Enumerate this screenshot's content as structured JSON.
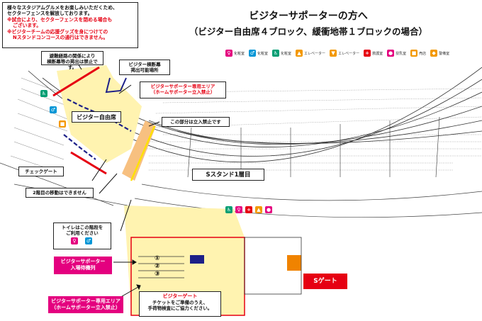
{
  "header": {
    "title_line1": "ビジターサポーターの方へ",
    "title_line2": "（ビジター自由席４ブロック、緩衝地帯１ブロックの場合）"
  },
  "notice": {
    "line1": "様々なスタジアムグルメをお楽しみいただくため、",
    "line2": "セクターフェンスを解放しております。",
    "red_line1": "※試合により、セクターフェンスを閉める場合も",
    "red_line2": "ございます。",
    "red_line3": "※ビジターチームの応援グッズを身につけての",
    "red_line4": "Nスタンドコンコースの通行はできません。"
  },
  "legend": [
    {
      "label": "化粧室",
      "icon": "toilet-icon",
      "color": "#e4007f",
      "glyph": "♀"
    },
    {
      "label": "化粧室",
      "icon": "toilet-icon",
      "color": "#0096d6",
      "glyph": "♂"
    },
    {
      "label": "化粧室",
      "icon": "accessible-toilet-icon",
      "color": "#009e73",
      "glyph": "♿"
    },
    {
      "label": "エレベーター",
      "icon": "elevator-icon",
      "color": "#f39800",
      "glyph": "▲"
    },
    {
      "label": "エレベーター",
      "icon": "elevator-icon",
      "color": "#f39800",
      "glyph": "▼"
    },
    {
      "label": "救護室",
      "icon": "first-aid-icon",
      "color": "#e60012",
      "glyph": "+"
    },
    {
      "label": "授乳室",
      "icon": "nursing-icon",
      "color": "#e4007f",
      "glyph": "●"
    },
    {
      "label": "売店",
      "icon": "shop-icon",
      "color": "#f39800",
      "glyph": "■"
    },
    {
      "label": "警備室",
      "icon": "security-icon",
      "color": "#f39800",
      "glyph": "◆"
    }
  ],
  "labels": {
    "banner_notice": "横断幕等の掲出は禁止です。",
    "banner_notice_pre": "避難経路の関係により",
    "visitor_banner": "ビジター横断幕",
    "visitor_banner2": "掲出可能場所",
    "exclusive_area": "ビジターサポーター専用エリア",
    "exclusive_area_sub": "（ホームサポーター立入禁止）",
    "visitor_free_seat": "ビジター自由席",
    "no_entry": "この部分は立入禁止です",
    "check_gate": "チェックゲート",
    "no_second_floor": "2階目の移動はできません",
    "s_stand": "Sスタンド1層目",
    "toilet_stairs": "トイレはこの階段を",
    "toilet_stairs2": "ご利用ください",
    "queue_label": "ビジターサポーター",
    "queue_label2": "入場待機列",
    "exclusive_area2": "ビジターサポーター専用エリア",
    "exclusive_area2_sub": "（ホームサポーター立入禁止）",
    "queue_1": "①",
    "queue_2": "②",
    "queue_3": "③",
    "visitor_gate": "ビジターゲート",
    "gate_note1": "チケットをご準備のうえ、",
    "gate_note2": "手荷物検査にご協力ください。",
    "s_gate": "Sゲート"
  },
  "colors": {
    "accent_red": "#e60012",
    "pink": "#e4007f",
    "free_seat_yellow": "#fff3b0",
    "no_entry_orange": "#f7c080",
    "navy": "#1d2088"
  }
}
